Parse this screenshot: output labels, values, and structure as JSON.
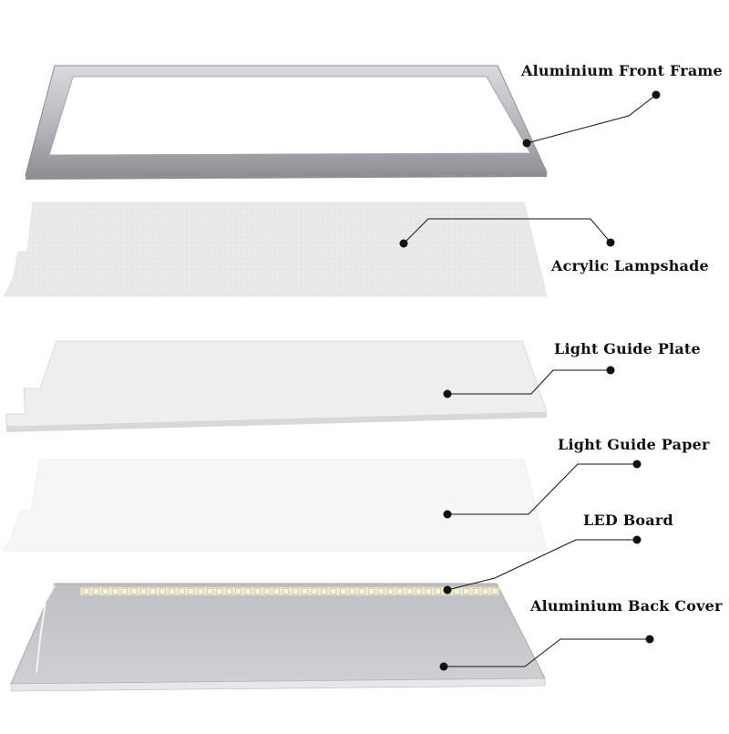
{
  "labels": {
    "front_frame": "Aluminium Front Frame",
    "lampshade": "Acrylic Lampshade",
    "guide_plate": "Light Guide Plate",
    "guide_paper": "Light Guide Paper",
    "led_board": "LED Board",
    "back_cover": "Aluminium Back Cover"
  },
  "led_count": 44,
  "colors": {
    "frame": "#c4c6cb",
    "frame_dark": "#9fa2a8",
    "lampshade": "#e8e8e8",
    "guide_plate": "#eeeeee",
    "guide_paper": "#f7f7f7",
    "back_cover": "#c7c8cb",
    "led": "#fff6c8",
    "leader": "#111111"
  }
}
